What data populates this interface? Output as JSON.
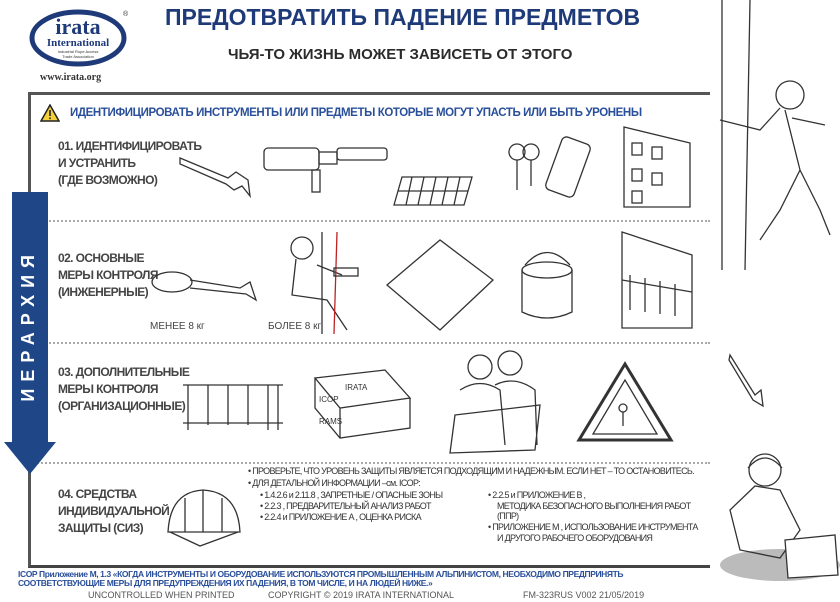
{
  "logo": {
    "brand": "irata",
    "sub": "International",
    "tagline": "Industrial Rope Access Trade Association",
    "url": "www.irata.org"
  },
  "header": {
    "title": "ПРЕДОТВРАТИТЬ  ПАДЕНИЕ  ПРЕДМЕТОВ",
    "subtitle": "ЧЬЯ-ТО ЖИЗНЬ МОЖЕТ ЗАВИСЕТЬ ОТ ЭТОГО"
  },
  "identify": {
    "icon": "warning-triangle-icon",
    "text": "ИДЕНТИФИЦИРОВАТЬ ИНСТРУМЕНТЫ ИЛИ  ПРЕДМЕТЫ КОТОРЫЕ МОГУТ УПАСТЬ ИЛИ БЫТЬ УРОНЕНЫ"
  },
  "hierarchy_label": "ИЕРАРХИЯ",
  "colors": {
    "navy": "#1f3a78",
    "blue": "#2a4f9a",
    "warning": "#f2d13a"
  },
  "rows": [
    {
      "lines": [
        "01. ИДЕНТИФИЦИРОВАТЬ",
        "И УСТРАНИТЬ",
        "(ГДЕ ВОЗМОЖНО)"
      ]
    },
    {
      "lines": [
        "02. ОСНОВНЫЕ",
        "МЕРЫ КОНТРОЛЯ",
        "(ИНЖЕНЕРНЫЕ)"
      ],
      "captions": [
        "МЕНЕЕ  8 кг",
        "БОЛЕЕ  8 кг"
      ]
    },
    {
      "lines": [
        "03. ДОПОЛНИТЕЛЬНЫЕ",
        "МЕРЫ КОНТРОЛЯ",
        "(ОРГАНИЗАЦИОННЫЕ)"
      ],
      "book_labels": [
        "IRATA",
        "ICOP",
        "RAMS"
      ]
    },
    {
      "lines": [
        "04. СРЕДСТВА",
        "ИНДИВИДУАЛЬНОЙ",
        "ЗАЩИТЫ (СИЗ)"
      ],
      "bullets": [
        "ПРОВЕРЬТЕ, ЧТО УРОВЕНЬ ЗАЩИТЫ ЯВЛЯЕТСЯ ПОДХОДЯЩИМ И НАДЕЖНЫМ.  ЕСЛИ НЕТ – ТО ОСТАНОВИТЕСЬ.",
        "ДЛЯ ДЕТАЛЬНОЙ ИНФОРМАЦИИ –см. ICOP:"
      ],
      "refs_left": [
        "1.4.2.6  и  2.11.8 , ЗАПРЕТНЫЕ / ОПАСНЫЕ ЗОНЫ",
        "2.2.3 , ПРЕДВАРИТЕЛЬНЫЙ АНАЛИЗ РАБОТ",
        "2.2.4  и ПРИЛОЖЕНИЕ А , ОЦЕНКА РИСКА"
      ],
      "refs_right": [
        "2.2.5 и ПРИЛОЖЕНИЕ В ,",
        "МЕТОДИКА БЕЗОПАСНОГО ВЫПОЛНЕНИЯ РАБОТ (ППР)",
        "ПРИЛОЖЕНИЕ М , ИСПОЛЬЗОВАНИЕ ИНСТРУМЕНТА",
        "И ДРУГОГО РАБОЧЕГО ОБОРУДОВАНИЯ"
      ]
    }
  ],
  "footer": {
    "quote": "ICOP Приложение М, 1.3 «КОГДА ИНСТРУМЕНТЫ И ОБОРУДОВАНИЕ ИСПОЛЬЗУЮТСЯ ПРОМЫШЛЕННЫМ АЛЬПИНИСТОМ, НЕОБХОДИМО ПРЕДПРИНЯТЬ СООТВЕТСТВУЮЩИЕ МЕРЫ ДЛЯ ПРЕДУПРЕЖДЕНИЯ ИХ ПАДЕНИЯ, В ТОМ ЧИСЛЕ, И НА ЛЮДЕЙ НИЖЕ.»",
    "uncontrolled": "UNCONTROLLED WHEN PRINTED",
    "copyright": "COPYRIGHT © 2019 IRATA INTERNATIONAL",
    "doc_ref": "FM-323RUS V002  21/05/2019"
  }
}
